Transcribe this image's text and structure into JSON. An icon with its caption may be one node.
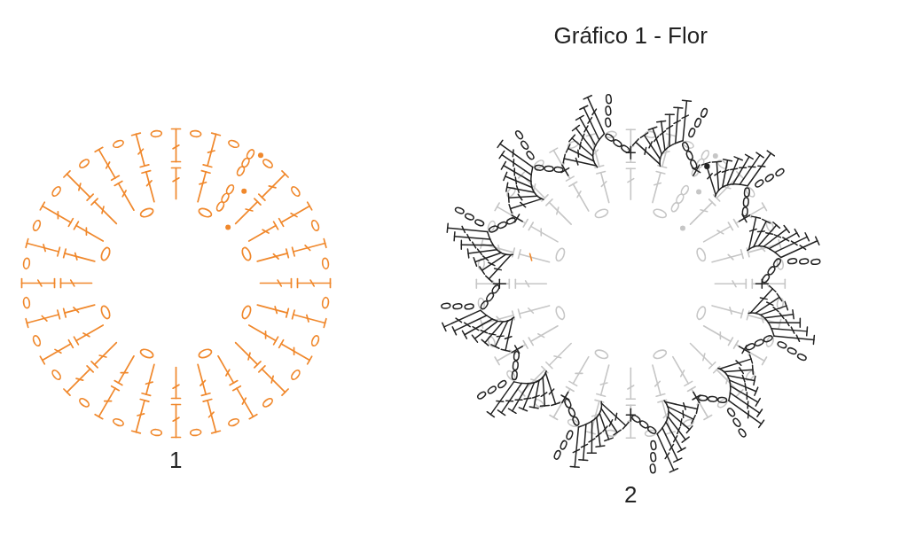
{
  "diagram": {
    "title": "Gráfico 1 - Flor",
    "labels": [
      "1",
      "2"
    ]
  }
}
